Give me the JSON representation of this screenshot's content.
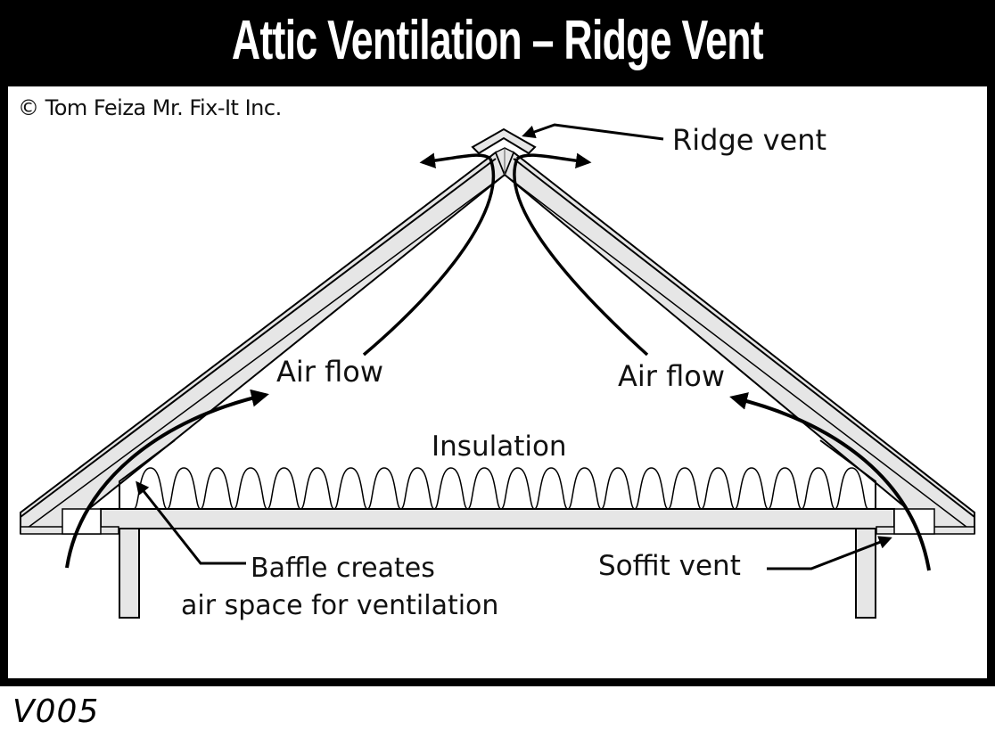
{
  "title": "Attic Ventilation – Ridge Vent",
  "copyright": "© Tom Feiza Mr. Fix-It Inc.",
  "labels": {
    "ridge_vent": "Ridge vent",
    "air_flow_left": "Air flow",
    "air_flow_right": "Air flow",
    "insulation": "Insulation",
    "baffle_line1": "Baffle creates",
    "baffle_line2": "air space for ventilation",
    "soffit_vent": "Soffit vent"
  },
  "code": "V005",
  "diagram": {
    "insulation_hump_count": 22,
    "colors": {
      "background": "#ffffff",
      "frame": "#000000",
      "wood_fill": "#e6e6e6",
      "line": "#000000"
    }
  }
}
